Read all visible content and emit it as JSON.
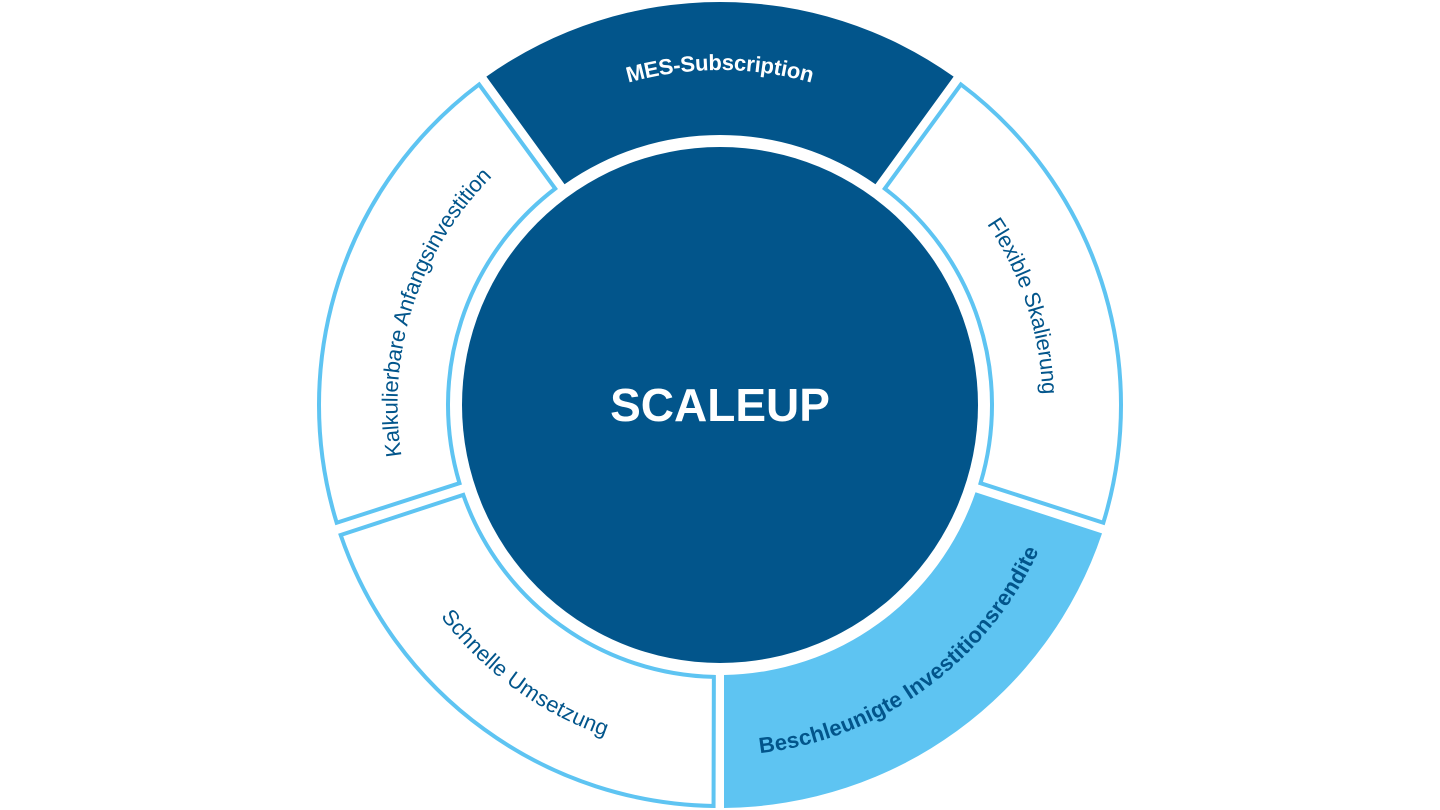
{
  "center": {
    "label": "SCALEUP",
    "fill": "#02558b",
    "text_color": "#ffffff"
  },
  "colors": {
    "dark_blue": "#02558b",
    "light_blue": "#5ec4f2",
    "white": "#ffffff"
  },
  "segments": [
    {
      "id": "mes-subscription",
      "label": "MES-Subscription",
      "style": "filled-dark",
      "bold": true
    },
    {
      "id": "flexible-skalierung",
      "label": "Flexible Skalierung",
      "style": "outline",
      "bold": false
    },
    {
      "id": "beschleunigte-investitionsrendite",
      "label": "Beschleunigte Investitionsrendite",
      "style": "filled-light",
      "bold": true
    },
    {
      "id": "schnelle-umsetzung",
      "label": "Schnelle Umsetzung",
      "style": "outline",
      "bold": false
    },
    {
      "id": "kalkulierbare-anfangsinvestition",
      "label": "Kalkulierbare Anfangsinvestition",
      "style": "outline",
      "bold": false
    }
  ]
}
